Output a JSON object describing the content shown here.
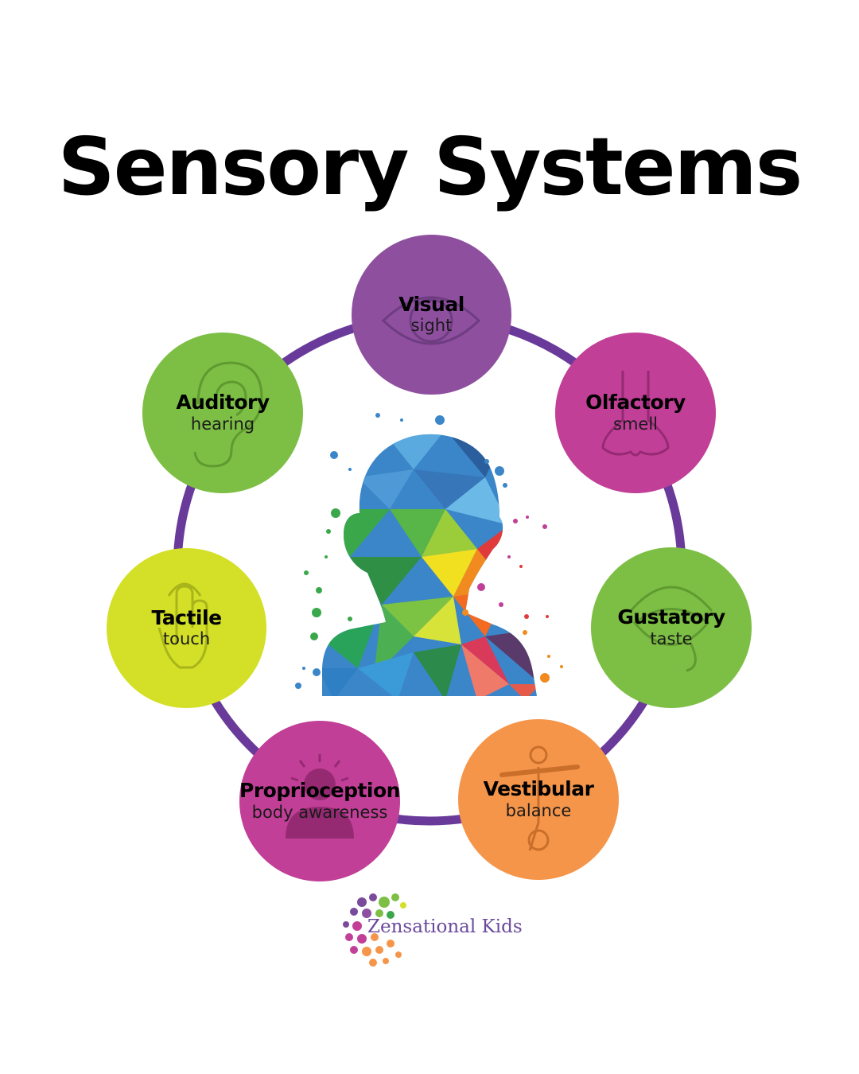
{
  "title": "Sensory Systems",
  "colors": {
    "ring": "#6a3a9a",
    "visual": "#8e4f9f",
    "olfactory": "#c13f97",
    "gustatory": "#7dbf45",
    "vestibular": "#f5954a",
    "proprioception": "#c13f97",
    "tactile": "#d3e027",
    "auditory": "#7dbf45"
  },
  "systems": [
    {
      "id": "visual",
      "name": "Visual",
      "sub": "sight",
      "icon": "eye-icon"
    },
    {
      "id": "olfactory",
      "name": "Olfactory",
      "sub": "smell",
      "icon": "nose-icon"
    },
    {
      "id": "gustatory",
      "name": "Gustatory",
      "sub": "taste",
      "icon": "mouth-icon"
    },
    {
      "id": "vestibular",
      "name": "Vestibular",
      "sub": "balance",
      "icon": "balance-figure-icon"
    },
    {
      "id": "proprioception",
      "name": "Proprioception",
      "sub": "body awareness",
      "icon": "person-awareness-icon"
    },
    {
      "id": "tactile",
      "name": "Tactile",
      "sub": "touch",
      "icon": "hand-icon"
    },
    {
      "id": "auditory",
      "name": "Auditory",
      "sub": "hearing",
      "icon": "ear-icon"
    }
  ],
  "center_image": "mosaic-head-silhouette",
  "brand": {
    "name": "Zensational Kids",
    "logo": "dots-cluster-logo"
  }
}
